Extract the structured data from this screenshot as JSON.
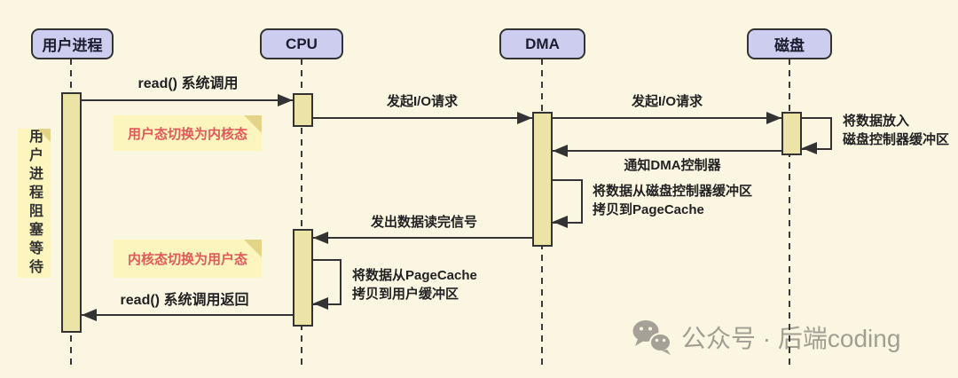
{
  "actors": [
    {
      "label": "用户进程"
    },
    {
      "label": "CPU"
    },
    {
      "label": "DMA"
    },
    {
      "label": "磁盘"
    }
  ],
  "messages": [
    {
      "label": "read() 系统调用",
      "from": "用户进程",
      "to": "CPU"
    },
    {
      "label": "发起I/O请求",
      "from": "CPU",
      "to": "DMA"
    },
    {
      "label": "发起I/O请求",
      "from": "DMA",
      "to": "磁盘"
    },
    {
      "label": "将数据放入\n磁盘控制器缓冲区",
      "from": "磁盘",
      "to": "磁盘"
    },
    {
      "label": "通知DMA控制器",
      "from": "磁盘",
      "to": "DMA"
    },
    {
      "label": "将数据从磁盘控制器缓冲区\n拷贝到PageCache",
      "from": "DMA",
      "to": "DMA"
    },
    {
      "label": "发出数据读完信号",
      "from": "DMA",
      "to": "CPU"
    },
    {
      "label": "将数据从PageCache\n拷贝到用户缓冲区",
      "from": "CPU",
      "to": "CPU"
    },
    {
      "label": "read() 系统调用返回",
      "from": "CPU",
      "to": "用户进程"
    }
  ],
  "notes": [
    {
      "label": "用户态切换为内核态"
    },
    {
      "label": "内核态切换为用户态"
    },
    {
      "label": "用户进程阻塞等待"
    }
  ],
  "watermark": {
    "text": "公众号 · 后端coding",
    "icon": "wechat-icon"
  },
  "colors": {
    "background": "#FAF6E2",
    "actor_fill": "#CDCDF0",
    "activation_fill": "#ECE3A6",
    "note_fill": "#FCF5BE",
    "note_fold": "#E4D488",
    "note_red_text": "#E05A5A",
    "line": "#333333",
    "watermark_gray": "#A29E92"
  }
}
